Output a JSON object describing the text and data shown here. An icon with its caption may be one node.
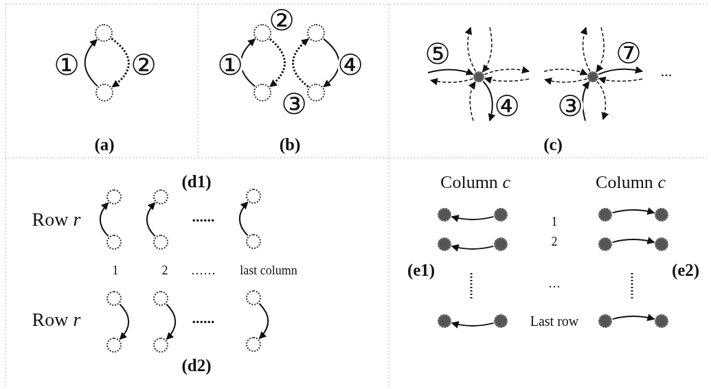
{
  "diagram": {
    "nodes": [
      {
        "text": [],
        "shape": "circle"
      },
      {
        "text": [],
        "shape": "circle"
      },
      {
        "text": [],
        "shape": "circle"
      },
      {
        "text": [],
        "shape": "circle"
      },
      {
        "text": [],
        "shape": "circle"
      },
      {
        "text": [],
        "shape": "circle"
      },
      {
        "text": [],
        "shape": "circle"
      },
      {
        "text": [],
        "shape": "circle"
      },
      {
        "text": [],
        "shape": "circle"
      },
      {
        "text": [],
        "shape": "circle"
      },
      {
        "text": [],
        "shape": "circle"
      },
      {
        "text": [],
        "shape": "circle"
      },
      {
        "text": [],
        "shape": "circle"
      },
      {
        "text": [],
        "shape": "circle"
      },
      {
        "text": [],
        "shape": "circle"
      },
      {
        "text": [],
        "shape": "circle"
      },
      {
        "text": [],
        "shape": "circle"
      },
      {
        "text": [],
        "shape": "circle"
      },
      {
        "text": [],
        "shape": "circle"
      },
      {
        "text": [],
        "shape": "circle"
      },
      {
        "text": [],
        "shape": "circle"
      },
      {
        "text": [],
        "shape": "circle"
      },
      {
        "text": [],
        "shape": "circle"
      },
      {
        "text": [],
        "shape": "circle"
      },
      {
        "text": [],
        "shape": "circle"
      },
      {
        "text": [],
        "shape": "circle"
      },
      {
        "text": [],
        "shape": "circle"
      },
      {
        "text": [],
        "shape": "circle"
      },
      {
        "text": [],
        "shape": "circle"
      },
      {
        "text": [],
        "shape": "circle"
      },
      {
        "text": [],
        "shape": "circle"
      },
      {
        "text": [],
        "shape": "circle"
      }
    ],
    "edges": [
      {
        "from": 1,
        "to": 0,
        "arrow": "to",
        "label": "①"
      },
      {
        "from": 0,
        "to": 1,
        "arrow": "to",
        "label": "②",
        "style": "dashed"
      },
      {
        "from": 3,
        "to": 2,
        "arrow": "to",
        "label": "①"
      },
      {
        "from": 2,
        "to": 3,
        "arrow": "to",
        "label": "②",
        "style": "dashed"
      },
      {
        "from": 5,
        "to": 4,
        "arrow": "to",
        "label": "③",
        "style": "dashed"
      },
      {
        "from": 4,
        "to": 5,
        "arrow": "to",
        "label": "④"
      },
      {
        "from": null,
        "to": 6,
        "arrow": "to",
        "label": "⑤"
      },
      {
        "from": 6,
        "to": null,
        "arrow": "to",
        "style": "dashed"
      },
      {
        "from": 6,
        "to": null,
        "arrow": "to",
        "style": "dashed"
      },
      {
        "from": null,
        "to": 6,
        "arrow": "to",
        "style": "dashed"
      },
      {
        "from": 6,
        "to": null,
        "arrow": "to",
        "style": "dashed"
      },
      {
        "from": null,
        "to": 6,
        "arrow": "to",
        "style": "dashed"
      },
      {
        "from": null,
        "to": 6,
        "arrow": "to",
        "style": "dashed"
      },
      {
        "from": 6,
        "to": null,
        "arrow": "to",
        "label": "④"
      },
      {
        "from": null,
        "to": 7,
        "arrow": "to",
        "style": "dashed"
      },
      {
        "from": 7,
        "to": null,
        "arrow": "to",
        "style": "dashed"
      },
      {
        "from": 7,
        "to": null,
        "arrow": "to",
        "style": "dashed"
      },
      {
        "from": null,
        "to": 7,
        "arrow": "to",
        "style": "dashed"
      },
      {
        "from": 7,
        "to": null,
        "arrow": "to",
        "label": "⑦"
      },
      {
        "from": null,
        "to": 7,
        "arrow": "to",
        "style": "dashed"
      },
      {
        "from": null,
        "to": 7,
        "arrow": "to",
        "label": "③"
      },
      {
        "from": 7,
        "to": null,
        "arrow": "to",
        "style": "dashed"
      },
      {
        "from": 11,
        "to": 8,
        "arrow": "to"
      },
      {
        "from": 12,
        "to": 9,
        "arrow": "to"
      },
      {
        "from": 13,
        "to": 10,
        "arrow": "to"
      },
      {
        "from": 14,
        "to": 17,
        "arrow": "to"
      },
      {
        "from": 15,
        "to": 18,
        "arrow": "to"
      },
      {
        "from": 16,
        "to": 19,
        "arrow": "to"
      },
      {
        "from": 21,
        "to": 20,
        "arrow": "to"
      },
      {
        "from": 22,
        "to": 23,
        "arrow": "to"
      },
      {
        "from": 25,
        "to": 24,
        "arrow": "to"
      },
      {
        "from": 26,
        "to": 27,
        "arrow": "to"
      },
      {
        "from": 29,
        "to": 28,
        "arrow": "to"
      },
      {
        "from": 30,
        "to": 31,
        "arrow": "to"
      }
    ],
    "labels": [
      "...",
      "(a)",
      "(b)",
      "(c)",
      "(d1)",
      "Row *r*",
      "......",
      "1",
      "2",
      "……",
      "last column",
      "Row *r*",
      "......",
      "(d2)",
      "Column *c*",
      "Column *c*",
      "1",
      "2",
      "(e1)",
      "(e2)",
      "…",
      "Last row"
    ]
  }
}
